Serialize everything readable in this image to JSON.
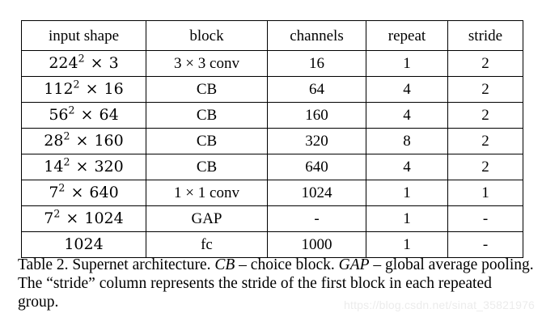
{
  "table": {
    "columns": [
      "input shape",
      "block",
      "channels",
      "repeat",
      "stride"
    ],
    "rows": [
      {
        "shape_base": "224",
        "shape_exp": "2",
        "shape_mul": "3",
        "block": "3 × 3 conv",
        "channels": "16",
        "repeat": "1",
        "stride": "2"
      },
      {
        "shape_base": "112",
        "shape_exp": "2",
        "shape_mul": "16",
        "block": "CB",
        "channels": "64",
        "repeat": "4",
        "stride": "2"
      },
      {
        "shape_base": "56",
        "shape_exp": "2",
        "shape_mul": "64",
        "block": "CB",
        "channels": "160",
        "repeat": "4",
        "stride": "2"
      },
      {
        "shape_base": "28",
        "shape_exp": "2",
        "shape_mul": "160",
        "block": "CB",
        "channels": "320",
        "repeat": "8",
        "stride": "2"
      },
      {
        "shape_base": "14",
        "shape_exp": "2",
        "shape_mul": "320",
        "block": "CB",
        "channels": "640",
        "repeat": "4",
        "stride": "2"
      },
      {
        "shape_base": "7",
        "shape_exp": "2",
        "shape_mul": "640",
        "block": "1 × 1 conv",
        "channels": "1024",
        "repeat": "1",
        "stride": "1"
      },
      {
        "shape_base": "7",
        "shape_exp": "2",
        "shape_mul": "1024",
        "block": "GAP",
        "channels": "-",
        "repeat": "1",
        "stride": "-"
      },
      {
        "shape_base": "1024",
        "shape_exp": "",
        "shape_mul": "",
        "block": "fc",
        "channels": "1000",
        "repeat": "1",
        "stride": "-"
      }
    ]
  },
  "caption": {
    "label": "Table 2.",
    "title": "Supernet architecture.",
    "abbr1": "CB",
    "abbr1_def": "– choice block.",
    "abbr2": "GAP",
    "abbr2_def": "– global average pooling.",
    "note": "The “stride” column represents the stride of the first block in each repeated group."
  },
  "watermark": {
    "text": "https://blog.csdn.net/sinat_35821976"
  }
}
